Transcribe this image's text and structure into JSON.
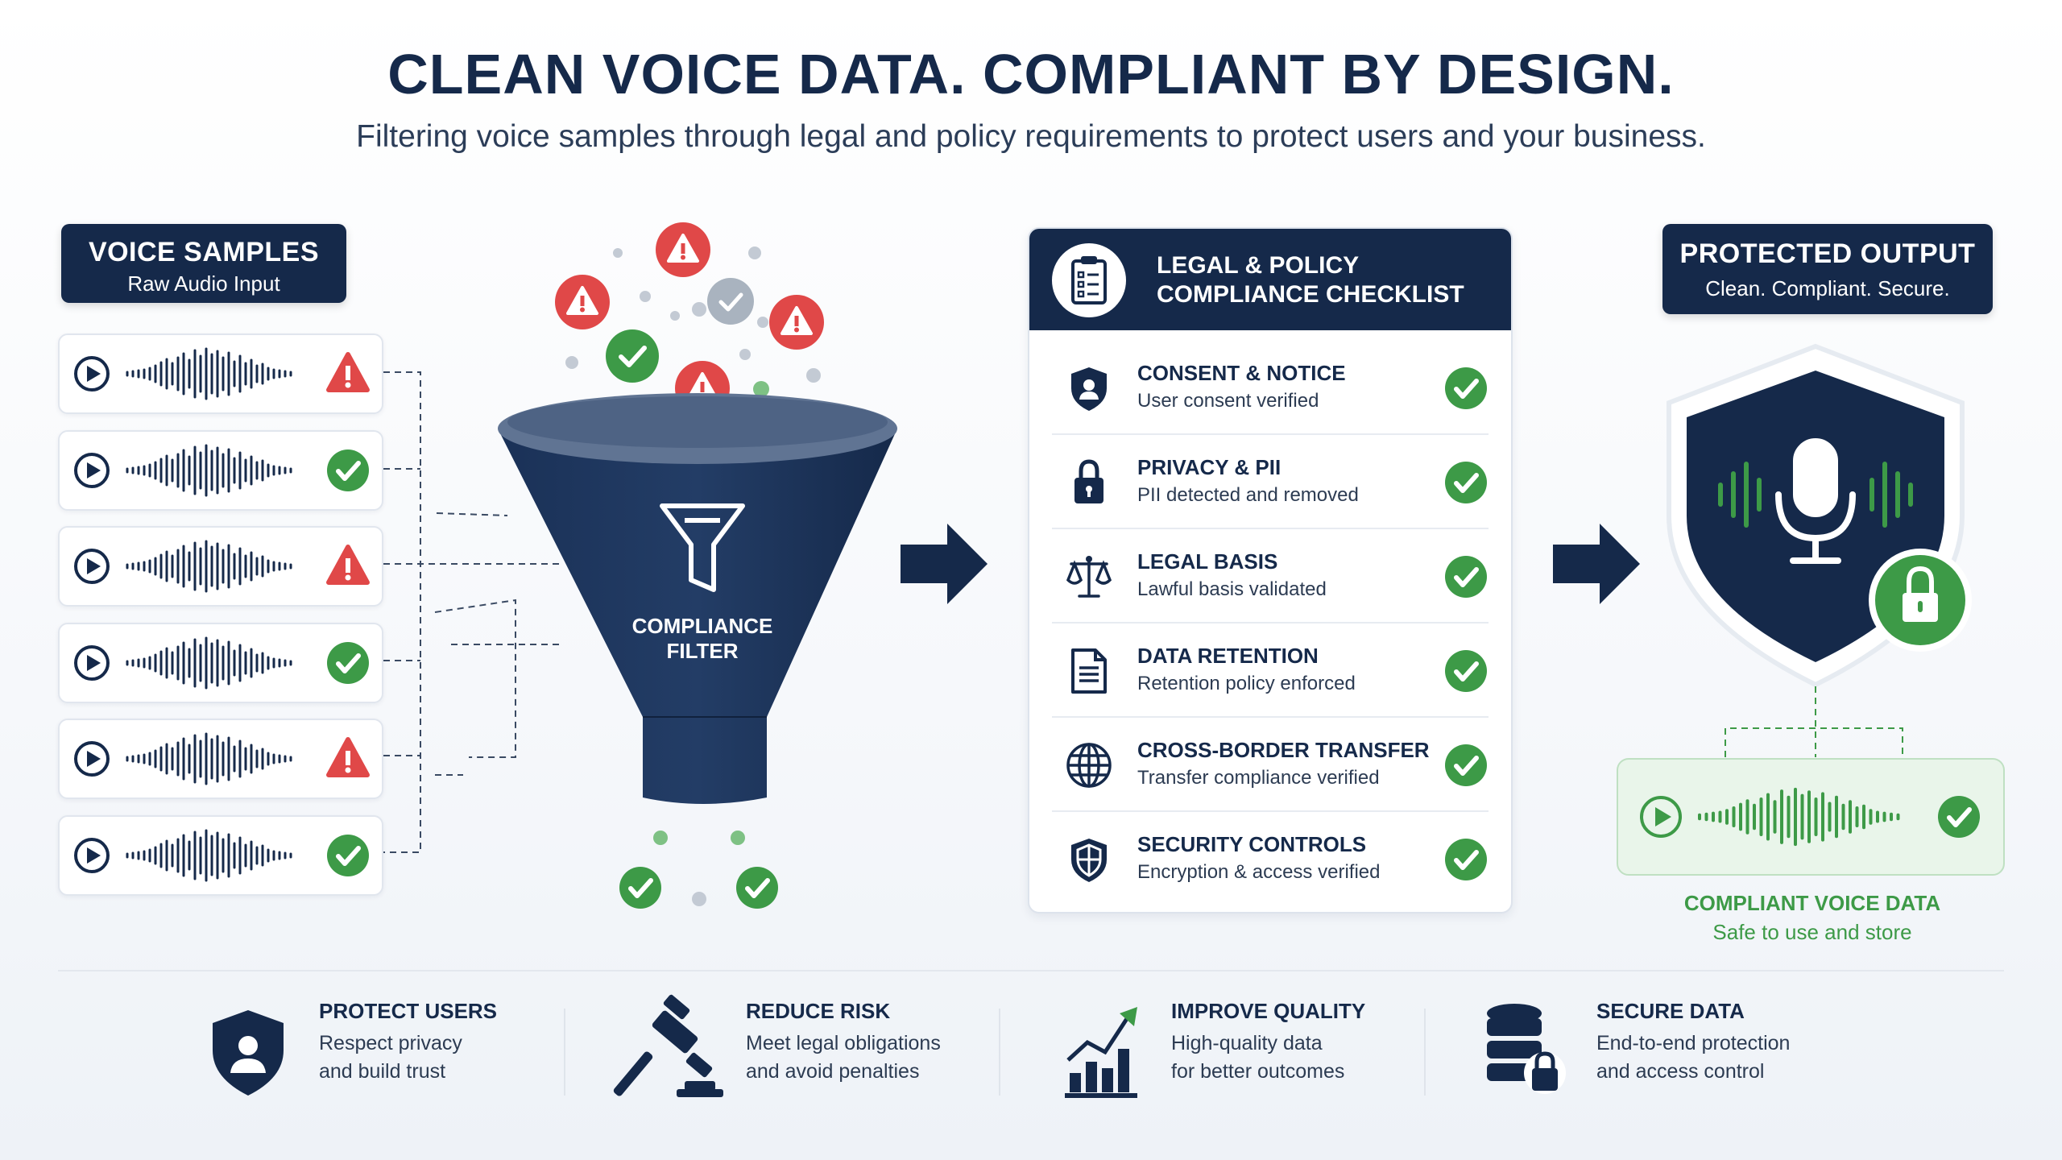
{
  "title": "CLEAN VOICE DATA. COMPLIANT BY DESIGN.",
  "subtitle": "Filtering voice samples through legal and policy requirements to protect users and your business.",
  "voice_samples": {
    "title": "VOICE SAMPLES",
    "subtitle": "Raw Audio Input",
    "items": [
      {
        "status": "warning"
      },
      {
        "status": "ok"
      },
      {
        "status": "warning"
      },
      {
        "status": "ok"
      },
      {
        "status": "warning"
      },
      {
        "status": "ok"
      }
    ]
  },
  "filter": {
    "line1": "COMPLIANCE",
    "line2": "FILTER"
  },
  "checklist": {
    "line1": "LEGAL & POLICY",
    "line2": "COMPLIANCE CHECKLIST",
    "items": [
      {
        "title": "CONSENT & NOTICE",
        "desc": "User consent verified",
        "icon": "user-shield-icon"
      },
      {
        "title": "PRIVACY & PII",
        "desc": "PII detected and removed",
        "icon": "padlock-icon"
      },
      {
        "title": "LEGAL BASIS",
        "desc": "Lawful basis validated",
        "icon": "scales-icon"
      },
      {
        "title": "DATA RETENTION",
        "desc": "Retention policy enforced",
        "icon": "document-icon"
      },
      {
        "title": "CROSS-BORDER TRANSFER",
        "desc": "Transfer compliance verified",
        "icon": "globe-icon"
      },
      {
        "title": "SECURITY CONTROLS",
        "desc": "Encryption & access verified",
        "icon": "security-shield-icon"
      }
    ]
  },
  "output": {
    "title": "PROTECTED OUTPUT",
    "subtitle": "Clean. Compliant. Secure.",
    "label1": "COMPLIANT VOICE DATA",
    "label2": "Safe to use and store"
  },
  "benefits": [
    {
      "title": "PROTECT USERS",
      "line1": "Respect privacy",
      "line2": "and build trust",
      "icon": "user-shield-icon"
    },
    {
      "title": "REDUCE RISK",
      "line1": "Meet legal obligations",
      "line2": "and avoid penalties",
      "icon": "gavel-icon"
    },
    {
      "title": "IMPROVE QUALITY",
      "line1": "High-quality data",
      "line2": "for better outcomes",
      "icon": "growth-chart-icon"
    },
    {
      "title": "SECURE DATA",
      "line1": "End-to-end protection",
      "line2": "and access control",
      "icon": "database-lock-icon"
    }
  ],
  "colors": {
    "navy": "#15294a",
    "green": "#3d9a47",
    "red": "#e04848",
    "gray": "#aab2bd"
  }
}
